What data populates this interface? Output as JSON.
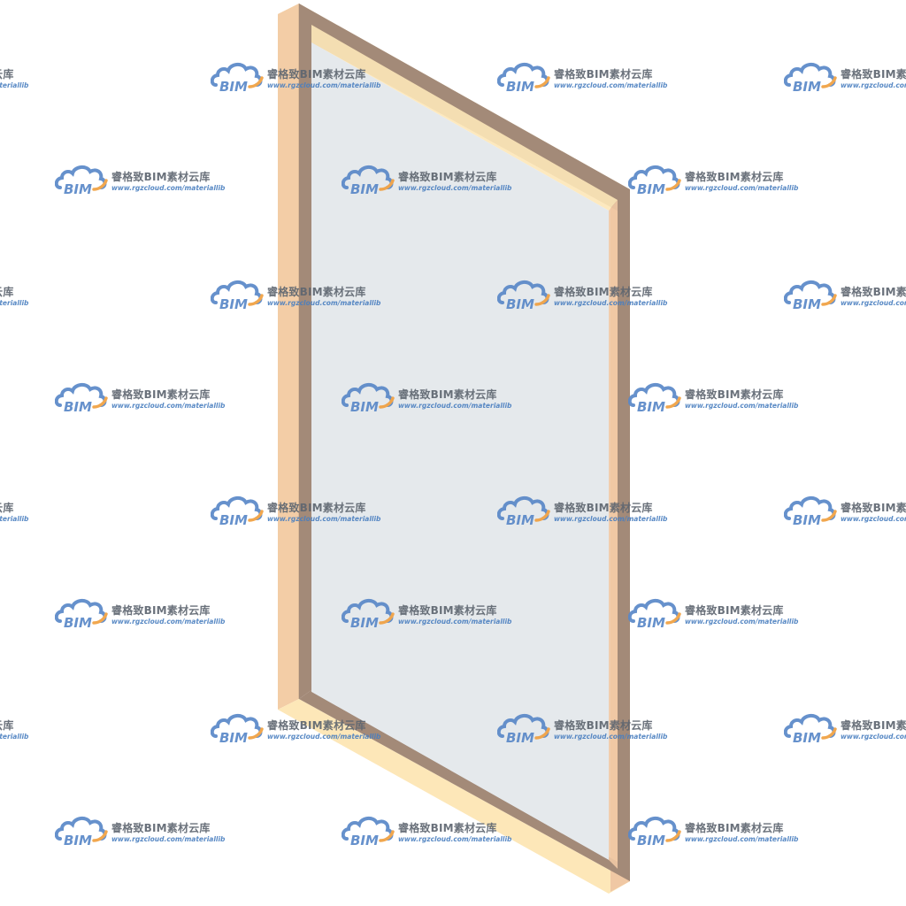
{
  "watermark": {
    "logo_text": "BIM",
    "title": "睿格致BIM素材云库",
    "url": "www.rgzcloud.com/materiallib",
    "icon": "cloud-logo-icon"
  },
  "model": {
    "name": "glass-window-panel",
    "colors": {
      "frame_face": "#f3cda6",
      "frame_top": "#fde7b8",
      "frame_inner_shadow": "#a38a78",
      "glass": "#e5e9ec",
      "logo_blue": "#5a88c8",
      "logo_orange": "#f0a040"
    }
  }
}
